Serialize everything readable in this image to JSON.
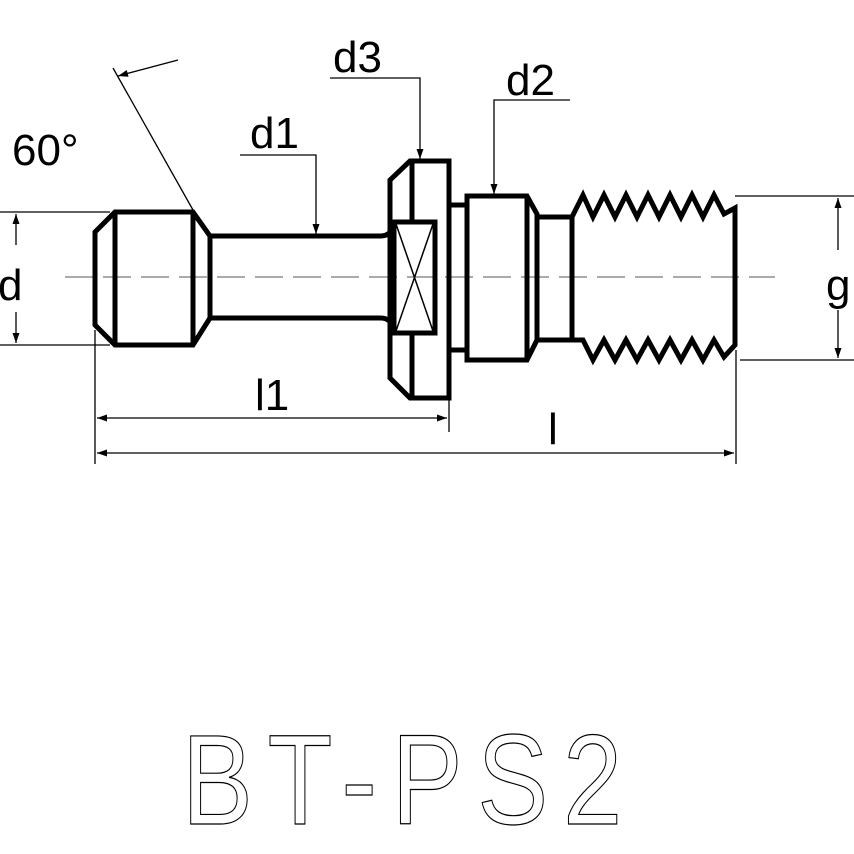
{
  "drawing": {
    "title": "BT-PS2",
    "labels": {
      "angle": "60°",
      "d": "d",
      "d1": "d1",
      "d2": "d2",
      "d3": "d3",
      "g": "g",
      "l1": "l1",
      "l": "l"
    }
  }
}
